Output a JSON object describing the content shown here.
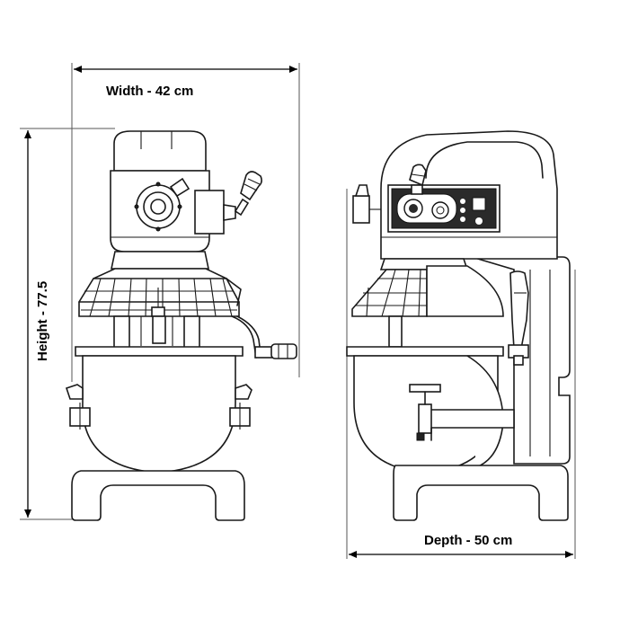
{
  "dimensions": {
    "width_label": "Width - 42 cm",
    "height_label": "Height - 77.5",
    "depth_label": "Depth - 50 cm"
  },
  "colors": {
    "line": "#1a1a1a",
    "background": "#ffffff",
    "panel": "#222222"
  }
}
